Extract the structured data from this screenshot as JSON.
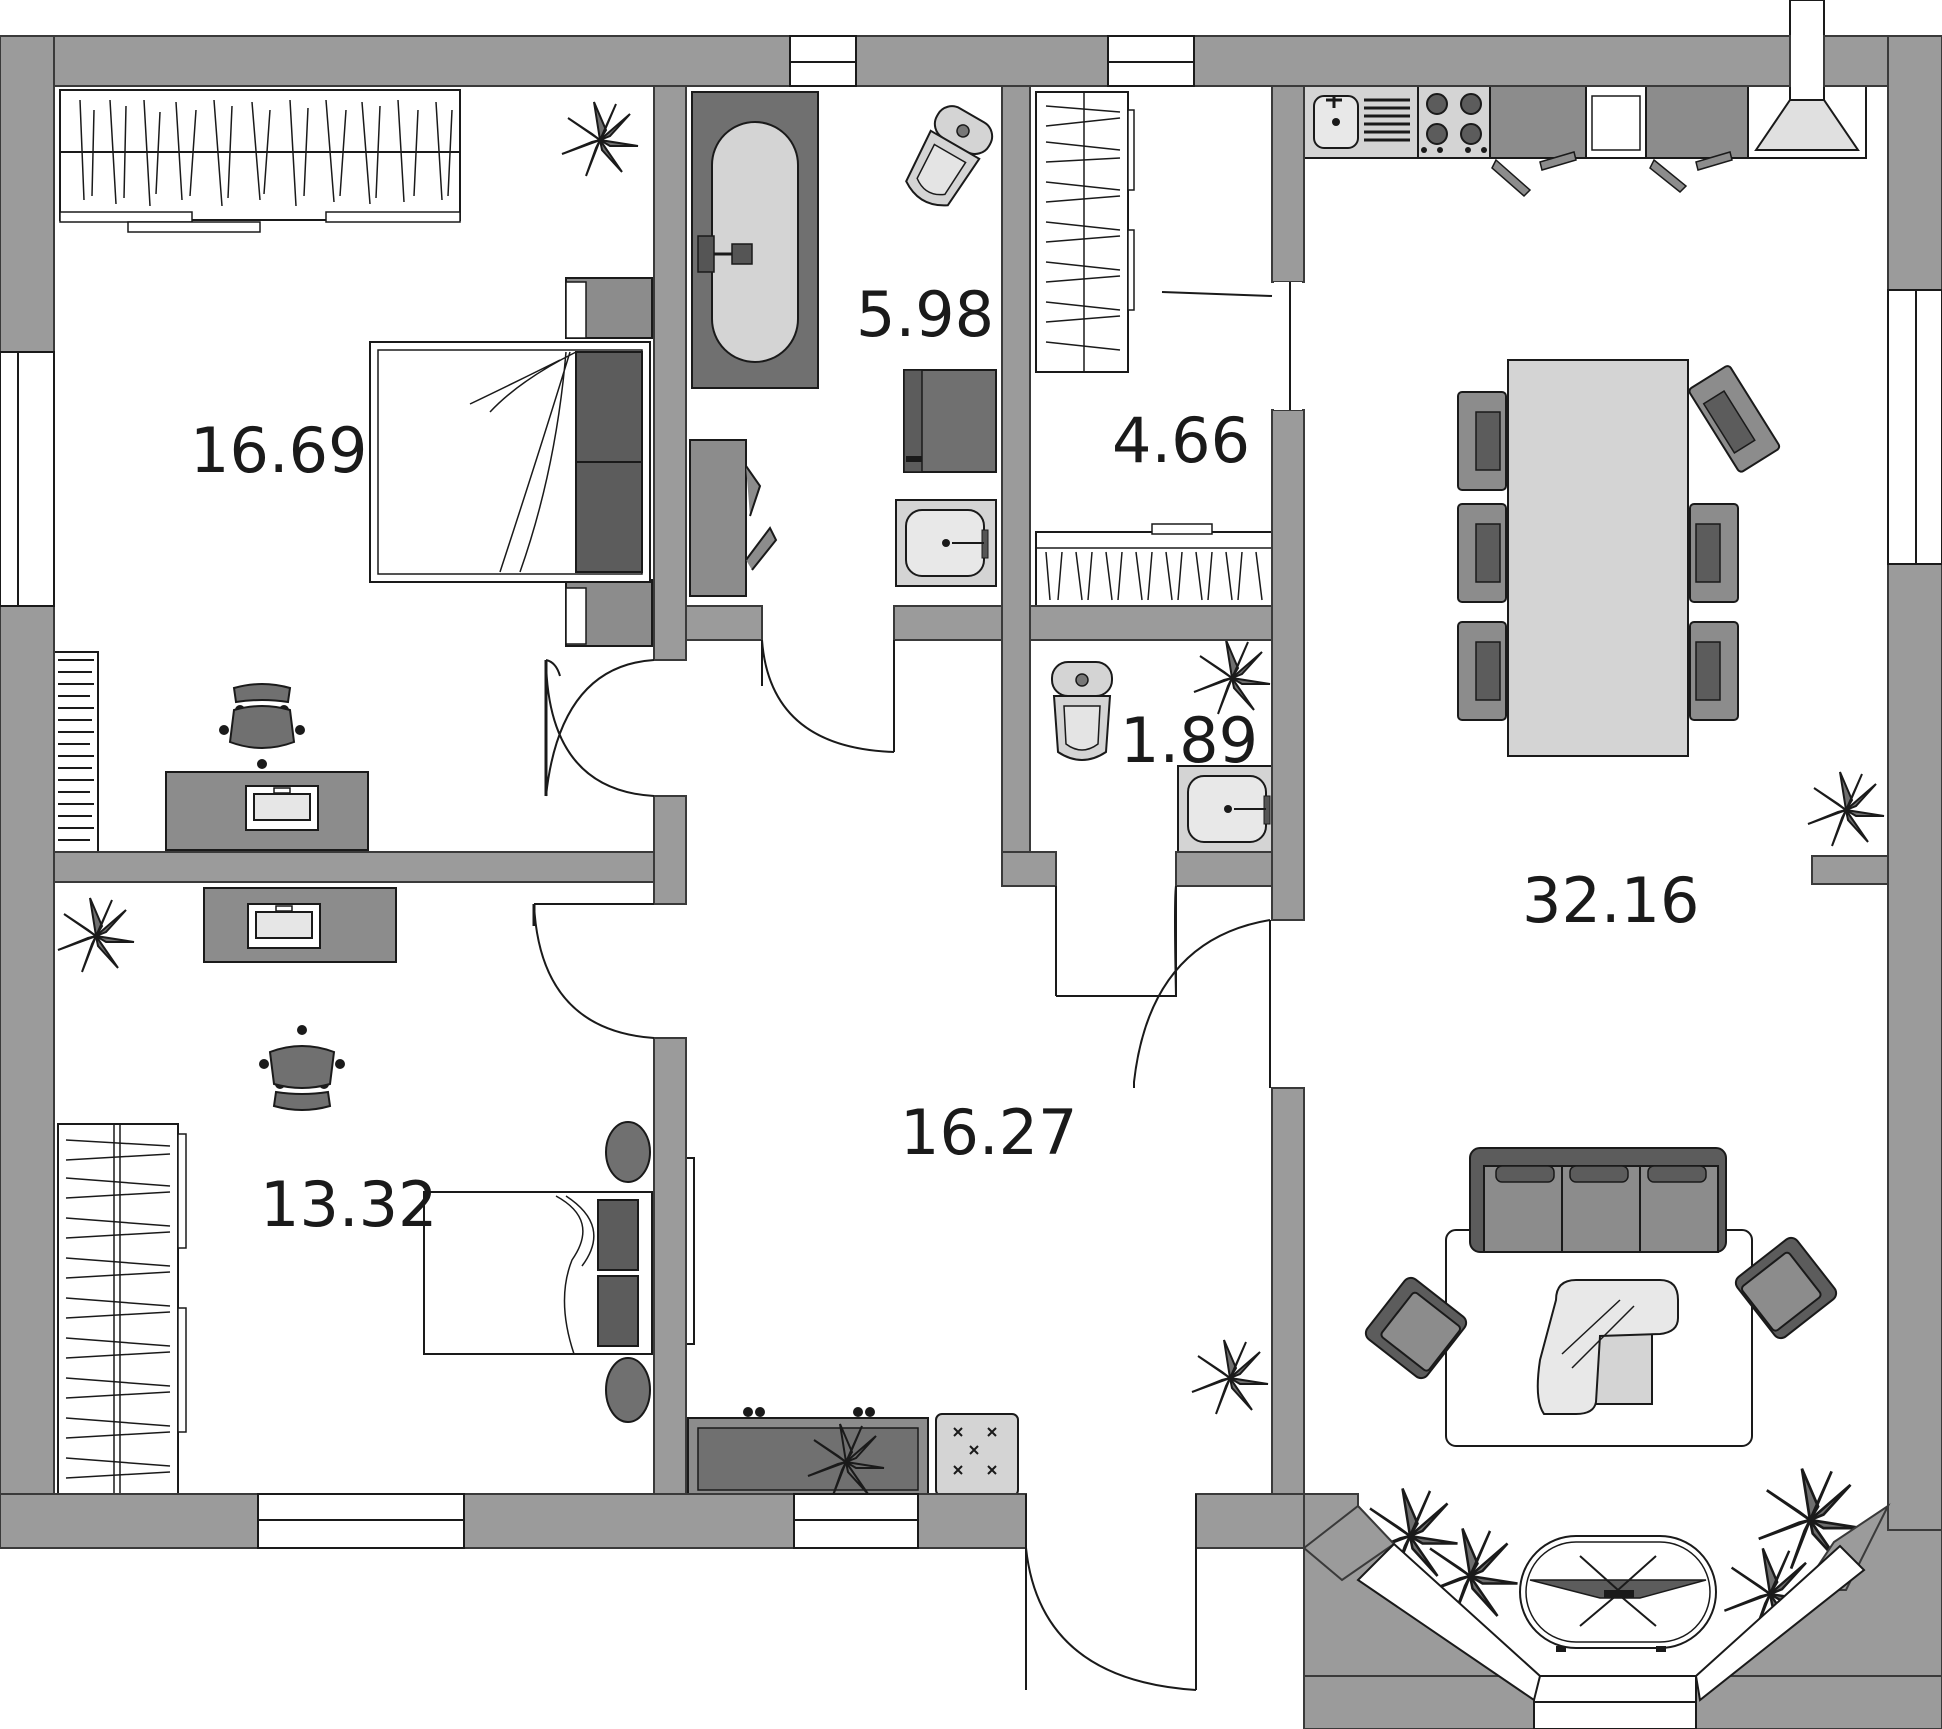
{
  "colors": {
    "wall": "#9b9b9b",
    "wall_stroke": "#3a3a3a",
    "furniture_dark": "#707070",
    "furniture_mid": "#8c8c8c",
    "furniture_light": "#d4d4d4",
    "line": "#1a1a1a",
    "background": "#ffffff"
  },
  "rooms": [
    {
      "id": "bedroom-1",
      "area": "16.69"
    },
    {
      "id": "bathroom",
      "area": "5.98"
    },
    {
      "id": "wardrobe",
      "area": "4.66"
    },
    {
      "id": "toilet",
      "area": "1.89"
    },
    {
      "id": "kitchen-living",
      "area": "32.16"
    },
    {
      "id": "hall",
      "area": "16.27"
    },
    {
      "id": "bedroom-2",
      "area": "13.32"
    }
  ],
  "icons": {
    "plant": "plant-icon",
    "bed": "bed-icon",
    "chair": "chair-icon",
    "desk": "desk-icon",
    "toilet": "toilet-icon",
    "sink": "sink-icon",
    "bathtub": "bathtub-icon",
    "stove": "stove-icon",
    "sofa": "sofa-icon",
    "armchair": "armchair-icon",
    "dining-table": "dining-table-icon",
    "wardrobe": "wardrobe-icon",
    "door": "door-icon",
    "window": "window-icon"
  }
}
